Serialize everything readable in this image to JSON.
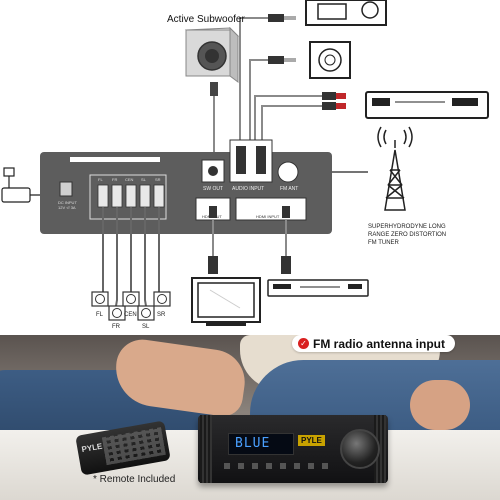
{
  "diagram": {
    "subwoofer_label": "Active Subwoofer",
    "panel_labels": {
      "speaker_terminals": [
        "FL",
        "FR",
        "CEN",
        "SL",
        "SR"
      ],
      "sw_out": "SW OUT",
      "audio_input": "AUDIO INPUT",
      "fm_ant": "FM ANT",
      "hdmi_out": "HDMI OUT",
      "hdmi_input": "HDMI INPUT",
      "dc_input": "DC INPUT",
      "dc_input_rating": "12V ⏎ 3A"
    },
    "speaker_labels": [
      "FL",
      "FR",
      "CEN",
      "SL",
      "SR"
    ],
    "fm_tuner_caption": [
      "SUPERHYDRODYNE LONG",
      "RANGE ZERO DISTORTION",
      "FM TUNER"
    ],
    "colors": {
      "panel": "#5d5d5d",
      "line": "#8a8a8a",
      "rca_red": "#c0282a",
      "background": "#ffffff"
    }
  },
  "photo": {
    "callout_text": "FM radio antenna input",
    "amp_display_text": "BLUE",
    "amp_brand": "PYLE",
    "remote_brand": "PYLE",
    "remote_caption": "* Remote Included",
    "colors": {
      "display_text": "#4aa0ff",
      "brand_badge": "#c8a200",
      "callout_check": "#d92020"
    }
  }
}
